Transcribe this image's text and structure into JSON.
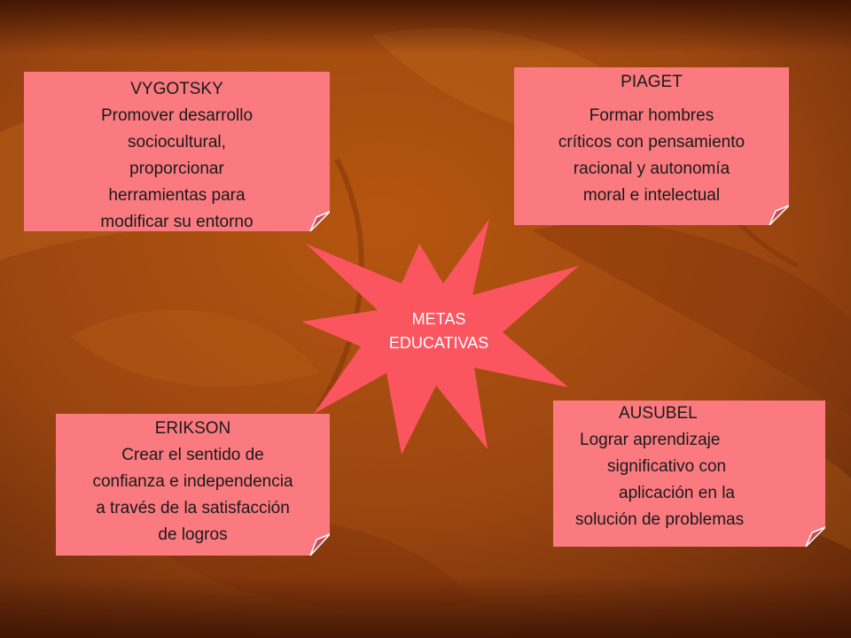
{
  "center": {
    "line1": "METAS",
    "line2": "EDUCATIVAS"
  },
  "notes": {
    "vygotsky": {
      "title": "VYGOTSKY",
      "lines": [
        "Promover desarrollo",
        "sociocultural,",
        "proporcionar",
        "herramientas para",
        "modificar su entorno"
      ]
    },
    "piaget": {
      "title": "PIAGET",
      "lines": [
        "Formar hombres",
        "críticos con pensamiento",
        "racional y autonomía",
        "moral e intelectual"
      ]
    },
    "erikson": {
      "title": "ERIKSON",
      "lines": [
        "Crear el sentido de",
        "confianza e independencia",
        "a través de la satisfacción",
        "de logros"
      ]
    },
    "ausubel": {
      "title": "AUSUBEL",
      "lines": [
        "Lograr aprendizaje",
        "significativo con",
        "aplicación en la",
        "solución de problemas"
      ]
    }
  },
  "colors": {
    "note_fill": "#fa7a80",
    "star_fill": "#fb5560",
    "background": "#8a3a12"
  }
}
